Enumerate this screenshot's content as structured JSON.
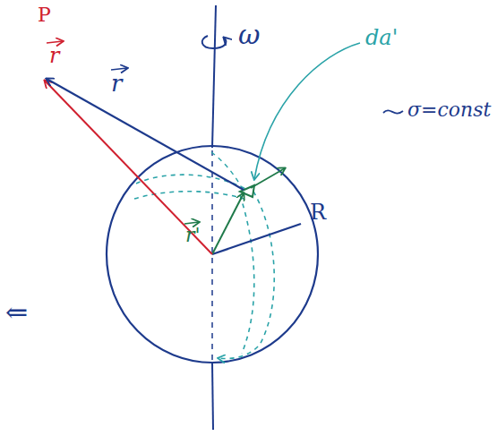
{
  "diagram": {
    "labels": [
      "P",
      "r",
      "r",
      "ω",
      "da'",
      "σ=const",
      "R",
      "r'",
      "⇐"
    ]
  }
}
